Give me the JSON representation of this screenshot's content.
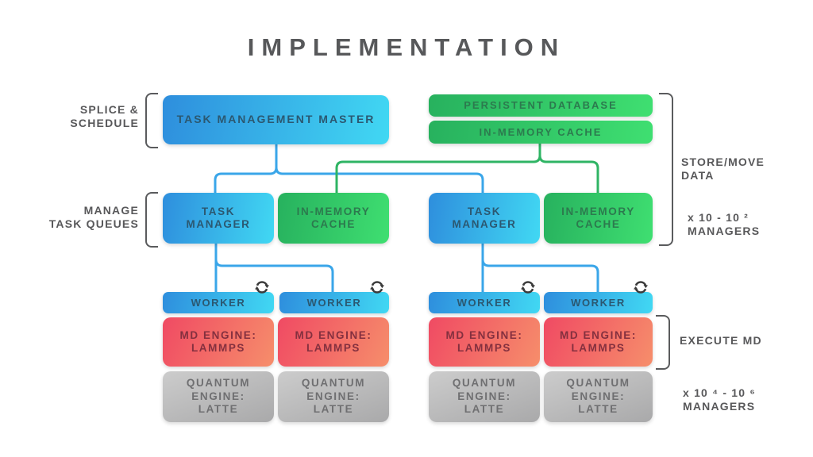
{
  "title": "IMPLEMENTATION",
  "nodes": {
    "master": "TASK MANAGEMENT MASTER",
    "persistent_database": "PERSISTENT DATABASE",
    "in_memory_cache_top": "IN-MEMORY CACHE",
    "row2": [
      "TASK\nMANAGER",
      "IN-MEMORY\nCACHE",
      "TASK\nMANAGER",
      "IN-MEMORY\nCACHE"
    ],
    "workers": [
      "WORKER",
      "WORKER",
      "WORKER",
      "WORKER"
    ],
    "md_engines": [
      "MD ENGINE:\nLAMMPS",
      "MD ENGINE:\nLAMMPS",
      "MD ENGINE:\nLAMMPS",
      "MD ENGINE:\nLAMMPS"
    ],
    "quantum_engines": [
      "QUANTUM\nENGINE:\nLATTE",
      "QUANTUM\nENGINE:\nLATTE",
      "QUANTUM\nENGINE:\nLATTE",
      "QUANTUM\nENGINE:\nLATTE"
    ]
  },
  "side_labels": {
    "splice_schedule": "SPLICE &\nSCHEDULE",
    "manage_task_queues": "MANAGE\nTASK QUEUES",
    "store_move_data": "STORE/MOVE\nDATA",
    "managers_mid": "x 10 - 10 ²\nMANAGERS",
    "execute_md": "EXECUTE MD",
    "managers_bottom": "x 10 ⁴ - 10 ⁶\nMANAGERS"
  },
  "icons": {
    "worker_status": "refresh-icon"
  },
  "colors": {
    "blue_gradient": [
      "#2e8edd",
      "#41d8f3"
    ],
    "green_gradient": [
      "#27b15e",
      "#3fdf71"
    ],
    "red_gradient": [
      "#f04a63",
      "#f68e6b"
    ],
    "gray_gradient": [
      "#cccccc",
      "#a9a9aa"
    ],
    "blue_connector": "#3aa6e9",
    "green_connector": "#2fb464",
    "label_text": "#58585a"
  }
}
